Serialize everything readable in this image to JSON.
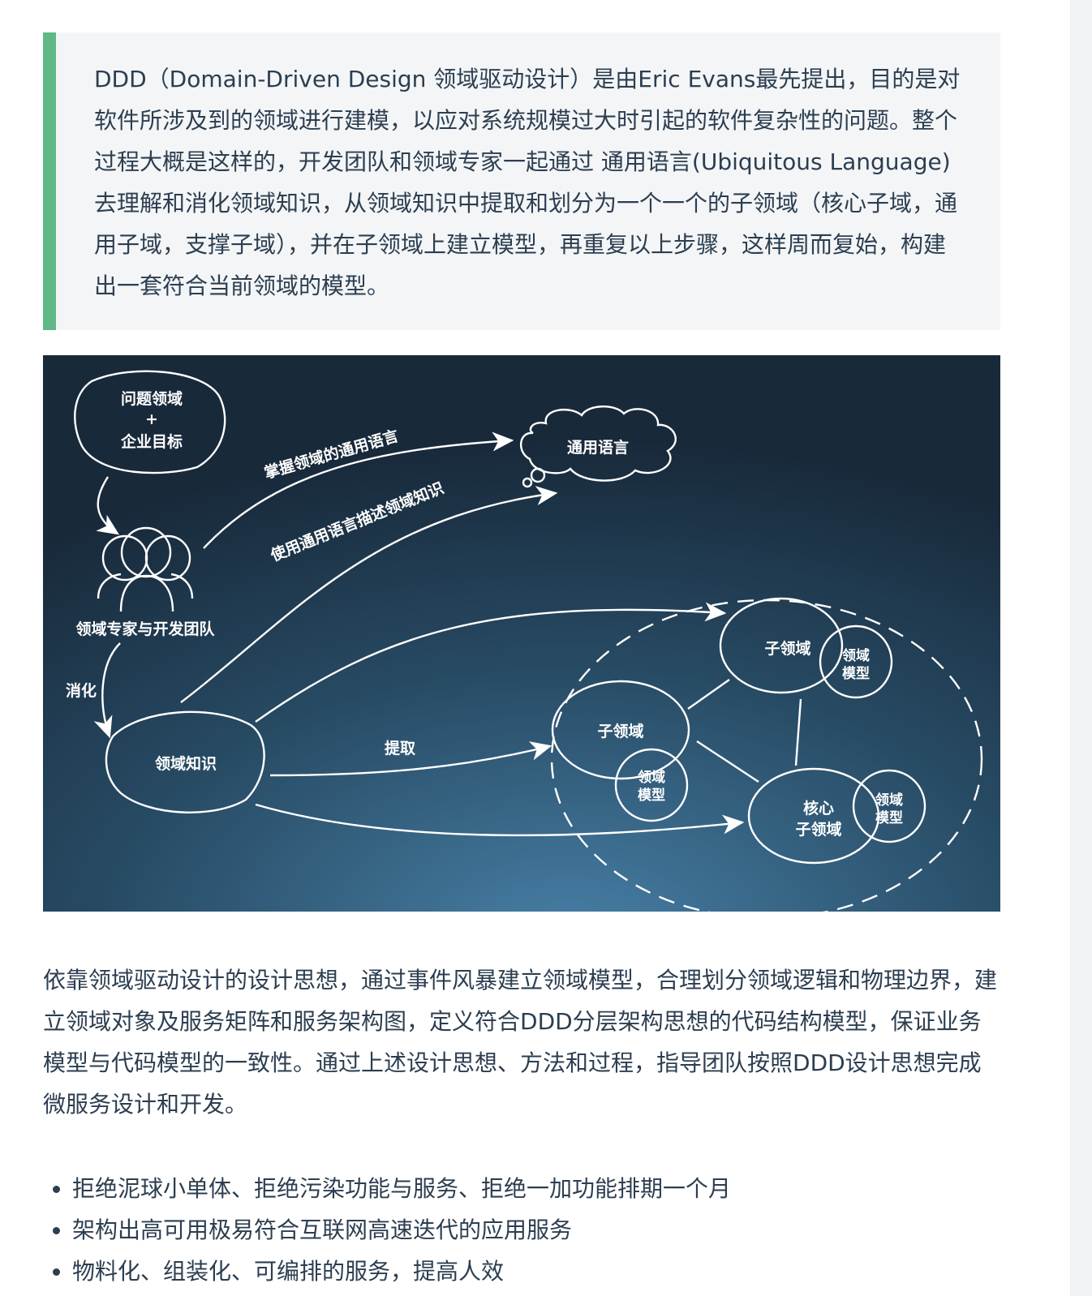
{
  "intro_quote": "DDD（Domain-Driven Design 领域驱动设计）是由Eric Evans最先提出，目的是对软件所涉及到的领域进行建模，以应对系统规模过大时引起的软件复杂性的问题。整个过程大概是这样的，开发团队和领域专家一起通过 通用语言(Ubiquitous Language)去理解和消化领域知识，从领域知识中提取和划分为一个一个的子领域（核心子域，通用子域，支撑子域），并在子领域上建立模型，再重复以上步骤，这样周而复始，构建出一套符合当前领域的模型。",
  "diagram": {
    "problem_domain": [
      "问题领域",
      "+",
      "企业目标"
    ],
    "ubiquitous_language": "通用语言",
    "arrow_master": "掌握领域的通用语言",
    "arrow_describe": "使用通用语言描述领域知识",
    "team": "领域专家与开发团队",
    "digest": "消化",
    "domain_knowledge": "领域知识",
    "extract": "提取",
    "subdomain_top": "子领域",
    "subdomain_left": "子领域",
    "core_subdomain": [
      "核心",
      "子领域"
    ],
    "domain_model": [
      "领域",
      "模型"
    ]
  },
  "body_paragraph": "依靠领域驱动设计的设计思想，通过事件风暴建立领域模型，合理划分领域逻辑和物理边界，建立领域对象及服务矩阵和服务架构图，定义符合DDD分层架构思想的代码结构模型，保证业务模型与代码模型的一致性。通过上述设计思想、方法和过程，指导团队按照DDD设计思想完成微服务设计和开发。",
  "bullets": [
    "拒绝泥球小单体、拒绝污染功能与服务、拒绝一加功能排期一个月",
    "架构出高可用极易符合互联网高速迭代的应用服务",
    "物料化、组装化、可编排的服务，提高人效"
  ],
  "colors": {
    "quote_bar": "#60b887",
    "quote_bg": "#f3f5f7",
    "text": "#2c3e50",
    "diagram_bg_top": "#1b2e3d",
    "diagram_bg_bottom": "#3d6f91"
  }
}
